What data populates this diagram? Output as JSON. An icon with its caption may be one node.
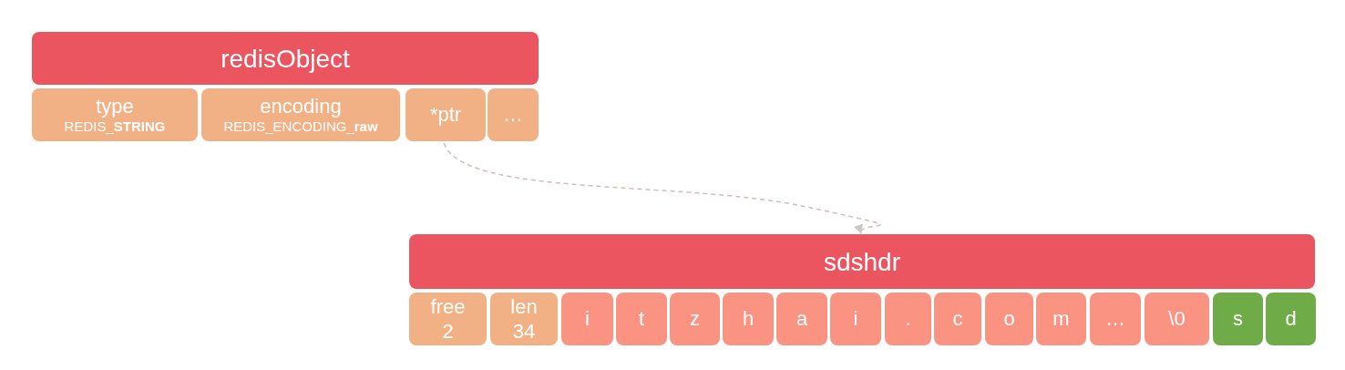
{
  "diagram": {
    "nodes": [
      {
        "text": [
          "redisObject"
        ]
      },
      {
        "text": [
          "type",
          "REDIS_**STRING**"
        ]
      },
      {
        "text": [
          "encoding",
          "REDIS_ENCODING_**raw**"
        ]
      },
      {
        "text": [
          "*ptr"
        ]
      },
      {
        "text": [
          "…"
        ]
      },
      {
        "text": [
          "sdshdr"
        ]
      },
      {
        "text": [
          "free",
          "2"
        ]
      },
      {
        "text": [
          "len",
          "34"
        ]
      },
      {
        "text": [
          "i"
        ]
      },
      {
        "text": [
          "t"
        ]
      },
      {
        "text": [
          "z"
        ]
      },
      {
        "text": [
          "h"
        ]
      },
      {
        "text": [
          "a"
        ]
      },
      {
        "text": [
          "i"
        ]
      },
      {
        "text": [
          "."
        ]
      },
      {
        "text": [
          "c"
        ]
      },
      {
        "text": [
          "o"
        ]
      },
      {
        "text": [
          "m"
        ]
      },
      {
        "text": [
          "…"
        ]
      },
      {
        "text": [
          "\\0"
        ]
      },
      {
        "text": [
          "s"
        ]
      },
      {
        "text": [
          "d"
        ]
      }
    ],
    "edges": [
      {
        "from": 3,
        "to": 5,
        "arrow": "to",
        "style": "dashed"
      }
    ]
  }
}
